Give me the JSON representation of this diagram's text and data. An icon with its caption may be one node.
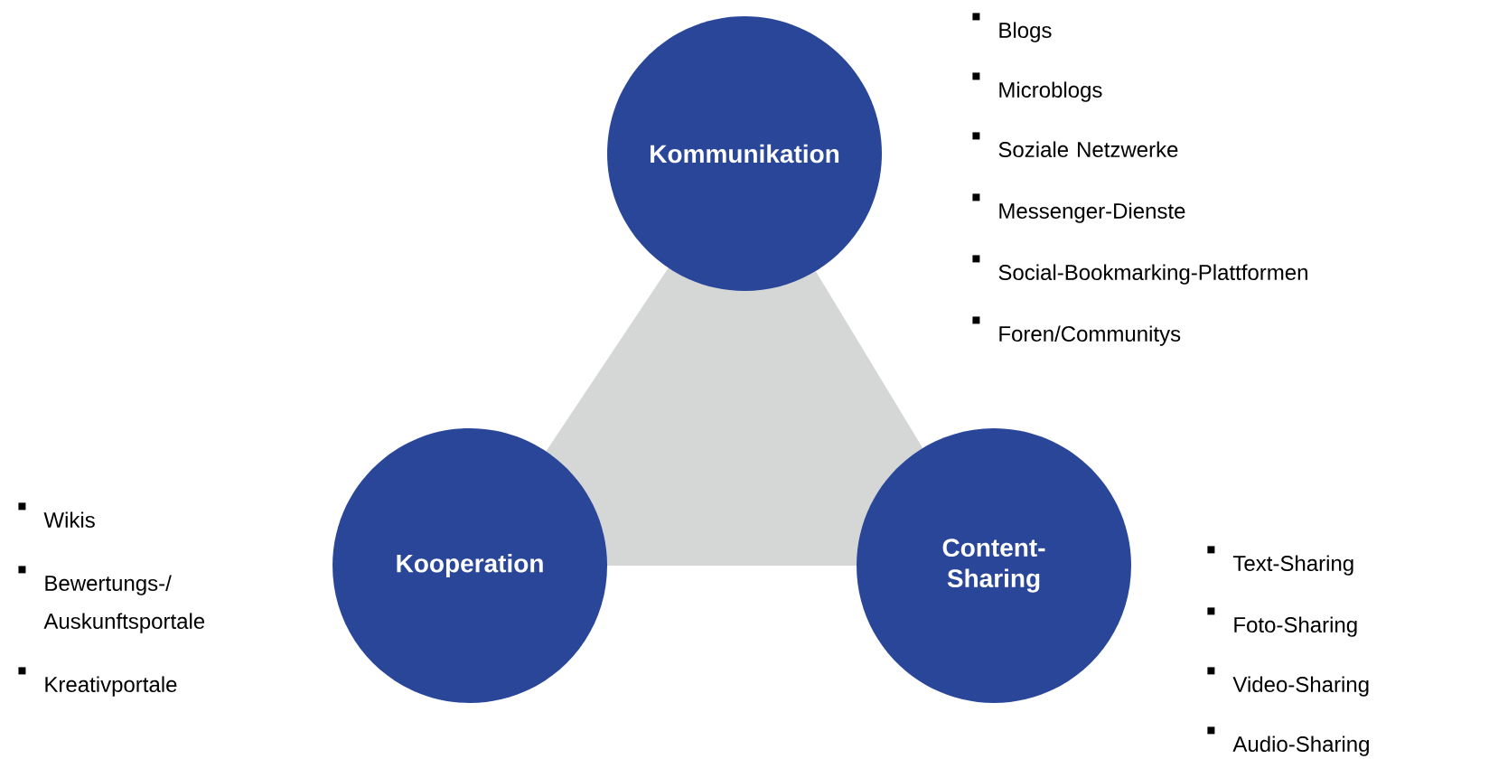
{
  "diagram": {
    "nodes": [
      {
        "text": [
          "Kommunikation"
        ],
        "beside": [
          "Blogs",
          "Microblogs",
          "Soziale Netzwerke",
          "Messenger-Dienste",
          "Social-Bookmarking-Plattformen",
          "Foren/Communitys"
        ]
      },
      {
        "text": [
          "Kooperation"
        ],
        "beside": [
          "Wikis",
          "Bewertungs-/ Auskunftsportale",
          "Kreativportale"
        ]
      },
      {
        "text": [
          "Content-Sharing"
        ],
        "beside": [
          "Text-Sharing",
          "Foto-Sharing",
          "Video-Sharing",
          "Audio-Sharing"
        ]
      }
    ]
  }
}
